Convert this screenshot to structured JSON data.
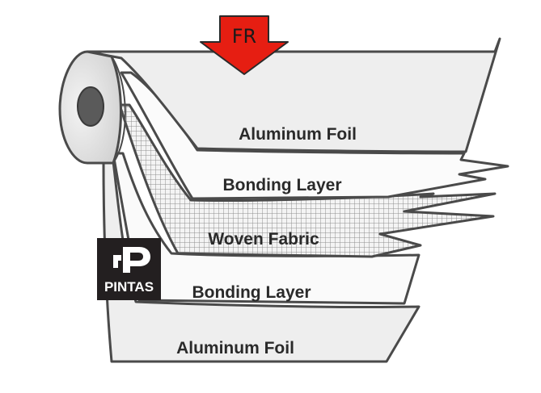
{
  "fr_arrow": {
    "label": "FR",
    "color": "#e61e12"
  },
  "layers": [
    {
      "label": "Aluminum Foil"
    },
    {
      "label": "Bonding Layer"
    },
    {
      "label": "Woven Fabric"
    },
    {
      "label": "Bonding Layer"
    },
    {
      "label": "Aluminum Foil"
    }
  ],
  "logo": {
    "text": "PINTAS",
    "icon": "pintas-logo-icon",
    "background": "#231f20"
  },
  "colors": {
    "foil_fill": "#ececec",
    "outline": "#4a4a4a",
    "mesh": "#9a9a9a"
  }
}
